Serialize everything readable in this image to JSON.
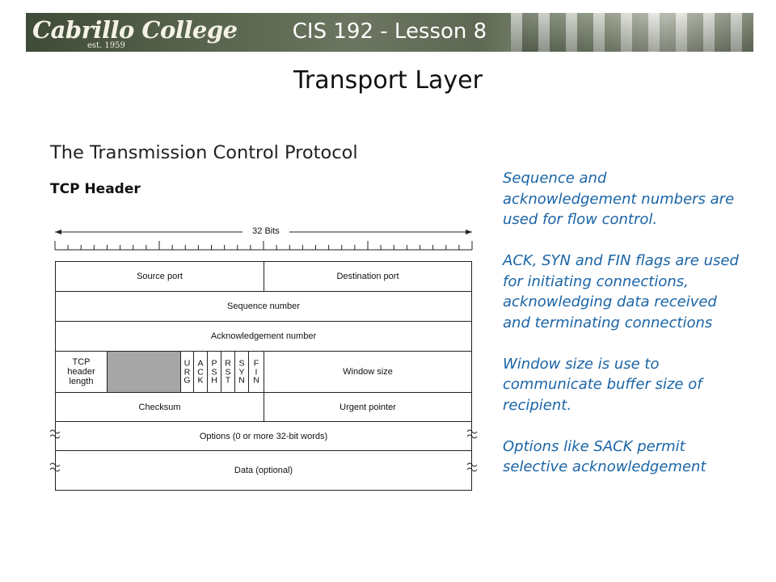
{
  "banner": {
    "logo_name": "Cabrillo College",
    "logo_est": "est. 1959",
    "lesson": "CIS 192 - Lesson 8"
  },
  "page_title": "Transport Layer",
  "section_heading": "The Transmission Control Protocol",
  "subheading": "TCP Header",
  "diagram": {
    "width_label": "32 Bits",
    "fields": {
      "source_port": "Source port",
      "destination_port": "Destination port",
      "sequence_number": "Sequence number",
      "ack_number": "Acknowledgement number",
      "header_length": [
        "TCP",
        "header",
        "length"
      ],
      "flags": [
        [
          "U",
          "R",
          "G"
        ],
        [
          "A",
          "C",
          "K"
        ],
        [
          "P",
          "S",
          "H"
        ],
        [
          "R",
          "S",
          "T"
        ],
        [
          "S",
          "Y",
          "N"
        ],
        [
          "F",
          "I",
          "N"
        ]
      ],
      "window_size": "Window size",
      "checksum": "Checksum",
      "urgent_pointer": "Urgent pointer",
      "options": "Options (0 or more 32-bit words)",
      "data": "Data (optional)"
    }
  },
  "notes": [
    "Sequence and acknowledgement numbers are used for flow control.",
    "ACK, SYN and FIN flags are used for initiating connections, acknowledging data received and terminating connections",
    "Window size is use to communicate buffer size of recipient.",
    "Options like SACK permit selective acknowledgement"
  ],
  "colors": {
    "note_text": "#1a64a6",
    "reserved_fill": "#a6a6a6"
  }
}
